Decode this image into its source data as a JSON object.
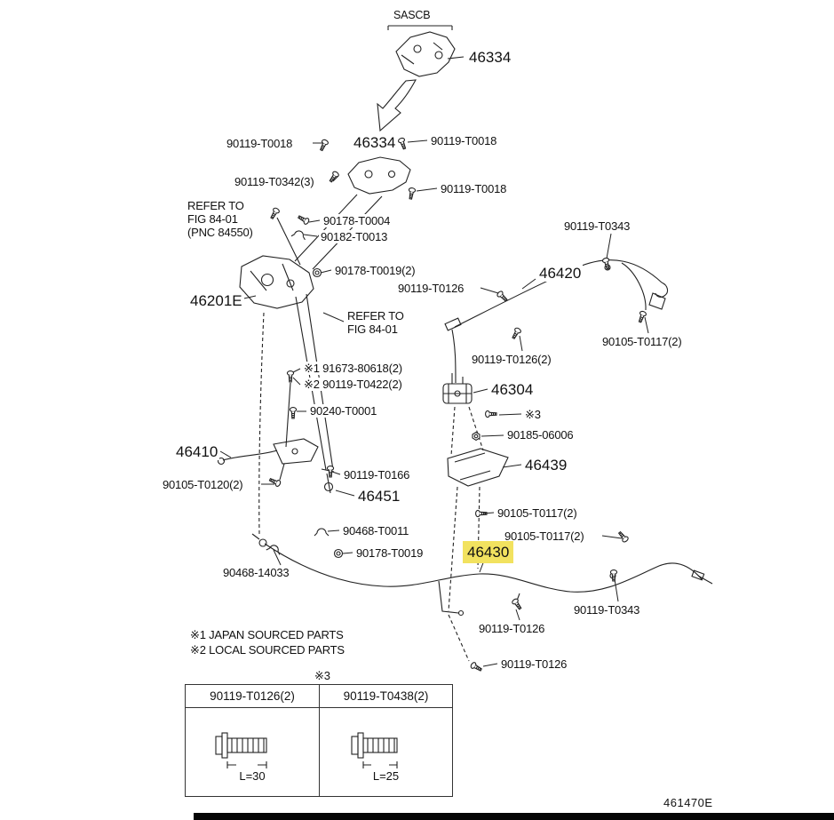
{
  "diagram": {
    "code": "461470E",
    "highlight_color": "#f2e25f",
    "assembly_tag": "SASCB"
  },
  "labels": [
    {
      "id": "sascb",
      "text": "SASCB"
    },
    {
      "id": "46334-top",
      "text": "46334"
    },
    {
      "id": "90119-T0018-a",
      "text": "90119-T0018"
    },
    {
      "id": "46334-mid",
      "text": "46334"
    },
    {
      "id": "90119-T0018-b",
      "text": "90119-T0018"
    },
    {
      "id": "90119-T0342",
      "text": "90119-T0342(3)"
    },
    {
      "id": "90119-T0018-c",
      "text": "90119-T0018"
    },
    {
      "id": "refer-fig-8401-pnc",
      "text": "REFER TO\nFIG 84-01\n(PNC 84550)"
    },
    {
      "id": "90178-T0004",
      "text": "90178-T0004"
    },
    {
      "id": "90182-T0013",
      "text": "90182-T0013"
    },
    {
      "id": "90119-T0343-a",
      "text": "90119-T0343"
    },
    {
      "id": "90178-T0019-2",
      "text": "90178-T0019(2)"
    },
    {
      "id": "46420",
      "text": "46420"
    },
    {
      "id": "90119-T0126-a",
      "text": "90119-T0126"
    },
    {
      "id": "46201E",
      "text": "46201E"
    },
    {
      "id": "refer-fig-8401",
      "text": "REFER TO\nFIG 84-01"
    },
    {
      "id": "90105-T0117-a",
      "text": "90105-T0117(2)"
    },
    {
      "id": "90119-T0126-b",
      "text": "90119-T0126(2)"
    },
    {
      "id": "91673-80618",
      "text": "※1 91673-80618(2)"
    },
    {
      "id": "90119-T0422",
      "text": "※2 90119-T0422(2)"
    },
    {
      "id": "46304",
      "text": "46304"
    },
    {
      "id": "90240-T0001",
      "text": "90240-T0001"
    },
    {
      "id": "mark3-a",
      "text": "※3"
    },
    {
      "id": "90185-06006",
      "text": "90185-06006"
    },
    {
      "id": "46410",
      "text": "46410"
    },
    {
      "id": "46439",
      "text": "46439"
    },
    {
      "id": "90119-T0166",
      "text": "90119-T0166"
    },
    {
      "id": "90105-T0120",
      "text": "90105-T0120(2)"
    },
    {
      "id": "46451",
      "text": "46451"
    },
    {
      "id": "90105-T0117-b",
      "text": "90105-T0117(2)"
    },
    {
      "id": "90468-T0011",
      "text": "90468-T0011"
    },
    {
      "id": "90105-T0117-c",
      "text": "90105-T0117(2)"
    },
    {
      "id": "90178-T0019",
      "text": "90178-T0019"
    },
    {
      "id": "46430",
      "text": "46430"
    },
    {
      "id": "90468-14033",
      "text": "90468-14033"
    },
    {
      "id": "90119-T0343-b",
      "text": "90119-T0343"
    },
    {
      "id": "90119-T0126-c",
      "text": "90119-T0126"
    },
    {
      "id": "note1",
      "text": "※1 JAPAN SOURCED PARTS"
    },
    {
      "id": "note2",
      "text": "※2 LOCAL SOURCED PARTS"
    },
    {
      "id": "90119-T0126-d",
      "text": "90119-T0126"
    },
    {
      "id": "mark3-table",
      "text": "※3"
    },
    {
      "id": "diagram-code",
      "text": "461470E"
    }
  ],
  "table": {
    "mark": "※3",
    "columns": [
      {
        "part": "90119-T0126(2)",
        "length": "L=30"
      },
      {
        "part": "90119-T0438(2)",
        "length": "L=25"
      }
    ]
  }
}
